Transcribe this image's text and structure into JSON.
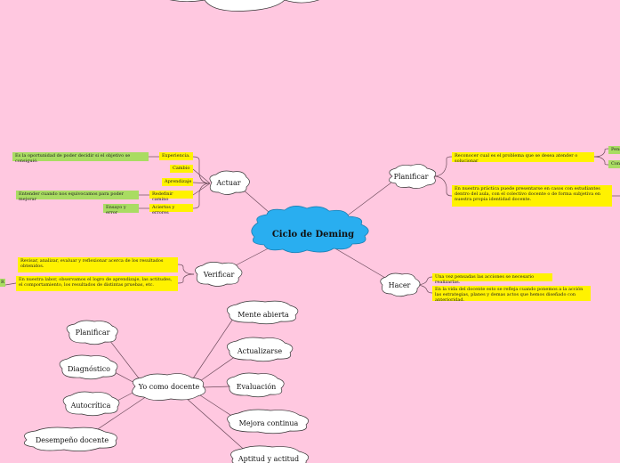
{
  "colors": {
    "background": "#ffc8e0",
    "central_cloud": "#29aef0",
    "yellow_box": "#fff200",
    "green_box": "#a9dc62",
    "line": "#6b4a5a"
  },
  "central": {
    "label": "Ciclo de Deming"
  },
  "branches": {
    "planificar": {
      "label": "Planificar",
      "notes": [
        "Reconocer cual es el problema que se desea atender o solucionar",
        "En nuestra práctica puede presentarse en casos con estudiantes dentro del aula, con el colectivo docente o de forma subjetiva en nuestra propia identidad docente."
      ],
      "right_stubs": [
        "Pens",
        "Cons"
      ]
    },
    "hacer": {
      "label": "Hacer",
      "notes": [
        "Una vez pensadas las acciones se necesario realizarlas.",
        "En la vida del docente esto se refleja cuando ponemos a la acción las estrategias, planes y demas actos que hemos diseñado con anterioridad."
      ]
    },
    "verificar": {
      "label": "Verificar",
      "notes": [
        "Revisar, analizar, evaluar y reflexionar acerca de los resultados obtenidos.",
        "En nuestra labor, observamos el logro de aprendizaje, las actitudes, el comportamiento, los resultados de distintas pruebas, etc."
      ],
      "left_stub": "R"
    },
    "actuar": {
      "label": "Actuar",
      "items": [
        "Experiencia.",
        "Cambio",
        "Aprendizaje",
        "Redefinir camino",
        "Aciertos y errores"
      ],
      "notes": [
        "Es la oportunidad de poder decidir si el objetivo se consiguió.",
        "Entender cuando nos equivocamos para poder mejorar",
        "Ensayo y error"
      ]
    }
  },
  "yo": {
    "label": "Yo como docente",
    "left": [
      "Planificar",
      "Diagnóstico",
      "Autocrítica",
      "Desempeño docente"
    ],
    "right": [
      "Mente abierta",
      "Actualizarse",
      "Evaluación",
      "Mejora continua",
      "Aptitud y actitud"
    ]
  }
}
